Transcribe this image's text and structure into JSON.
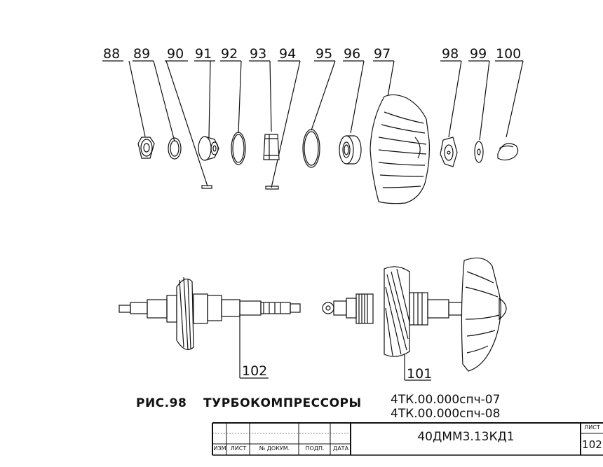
{
  "callouts": {
    "c88": "88",
    "c89": "89",
    "c90": "90",
    "c91": "91",
    "c92": "92",
    "c93": "93",
    "c94": "94",
    "c95": "95",
    "c96": "96",
    "c97": "97",
    "c98": "98",
    "c99": "99",
    "c100": "100",
    "c101": "101",
    "c102": "102"
  },
  "caption": {
    "figure": "РИС.98",
    "title": "ТУРБОКОМПРЕССОРЫ",
    "spec_line_1": "4ТК.00.000спч-07",
    "spec_line_2": "4ТК.00.000спч-08"
  },
  "title_block": {
    "designation": "40ДММ3.13КД1",
    "columns": [
      "ИЗМ",
      "ЛИСТ",
      "№ ДОКУМ.",
      "ПОДП.",
      "ДАТА"
    ],
    "sheet_header": "ЛИСТ",
    "sheet_number": "102"
  }
}
